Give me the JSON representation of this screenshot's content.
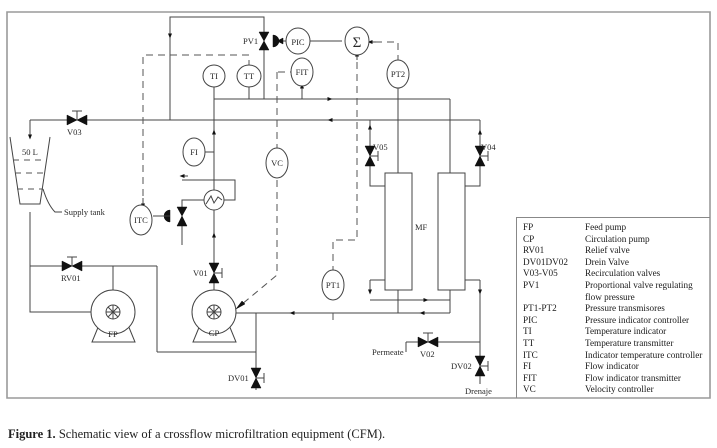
{
  "figure": {
    "caption_label": "Figure 1.",
    "caption_text": " Schematic view of a crossflow microfiltration equipment (CFM)."
  },
  "diagram": {
    "tank": {
      "capacity": "50 L",
      "label": "Supply tank"
    },
    "valves": {
      "v03": "V03",
      "v01": "V01",
      "v02": "V02",
      "v04": "V04",
      "v05": "V05",
      "rv01": "RV01",
      "dv01": "DV01",
      "dv02": "DV02",
      "pv1": "PV1"
    },
    "instruments": {
      "pic": "PIC",
      "sum": "Σ",
      "pt2": "PT2",
      "pt1": "PT1",
      "ti": "TI",
      "tt": "TT",
      "fit": "FIT",
      "fi": "FI",
      "vc": "VC",
      "itc": "ITC"
    },
    "pumps": {
      "fp": "FP",
      "cp": "CP"
    },
    "module": "MF",
    "streams": {
      "permeate": "Permeate",
      "drain": "Drenaje"
    }
  },
  "legend": [
    {
      "code": "FP",
      "desc": "Feed pump"
    },
    {
      "code": "CP",
      "desc": "Circulation pump"
    },
    {
      "code": "RV01",
      "desc": "Relief valve"
    },
    {
      "code": "DV01DV02",
      "desc": "Drein Valve"
    },
    {
      "code": "V03-V05",
      "desc": "Recirculation valves"
    },
    {
      "code": "PV1",
      "desc": "Proportional valve regulating flow pressure"
    },
    {
      "code": "PT1-PT2",
      "desc": "Pressure transmisores"
    },
    {
      "code": "PIC",
      "desc": "Pressure indicator controller"
    },
    {
      "code": "TI",
      "desc": "Temperature indicator"
    },
    {
      "code": "TT",
      "desc": "Temperature transmitter"
    },
    {
      "code": "ITC",
      "desc": "Indicator temperature controller"
    },
    {
      "code": "FI",
      "desc": "Flow indicator"
    },
    {
      "code": "FIT",
      "desc": "Flow indicator transmitter"
    },
    {
      "code": "VC",
      "desc": "Velocity controller"
    }
  ]
}
